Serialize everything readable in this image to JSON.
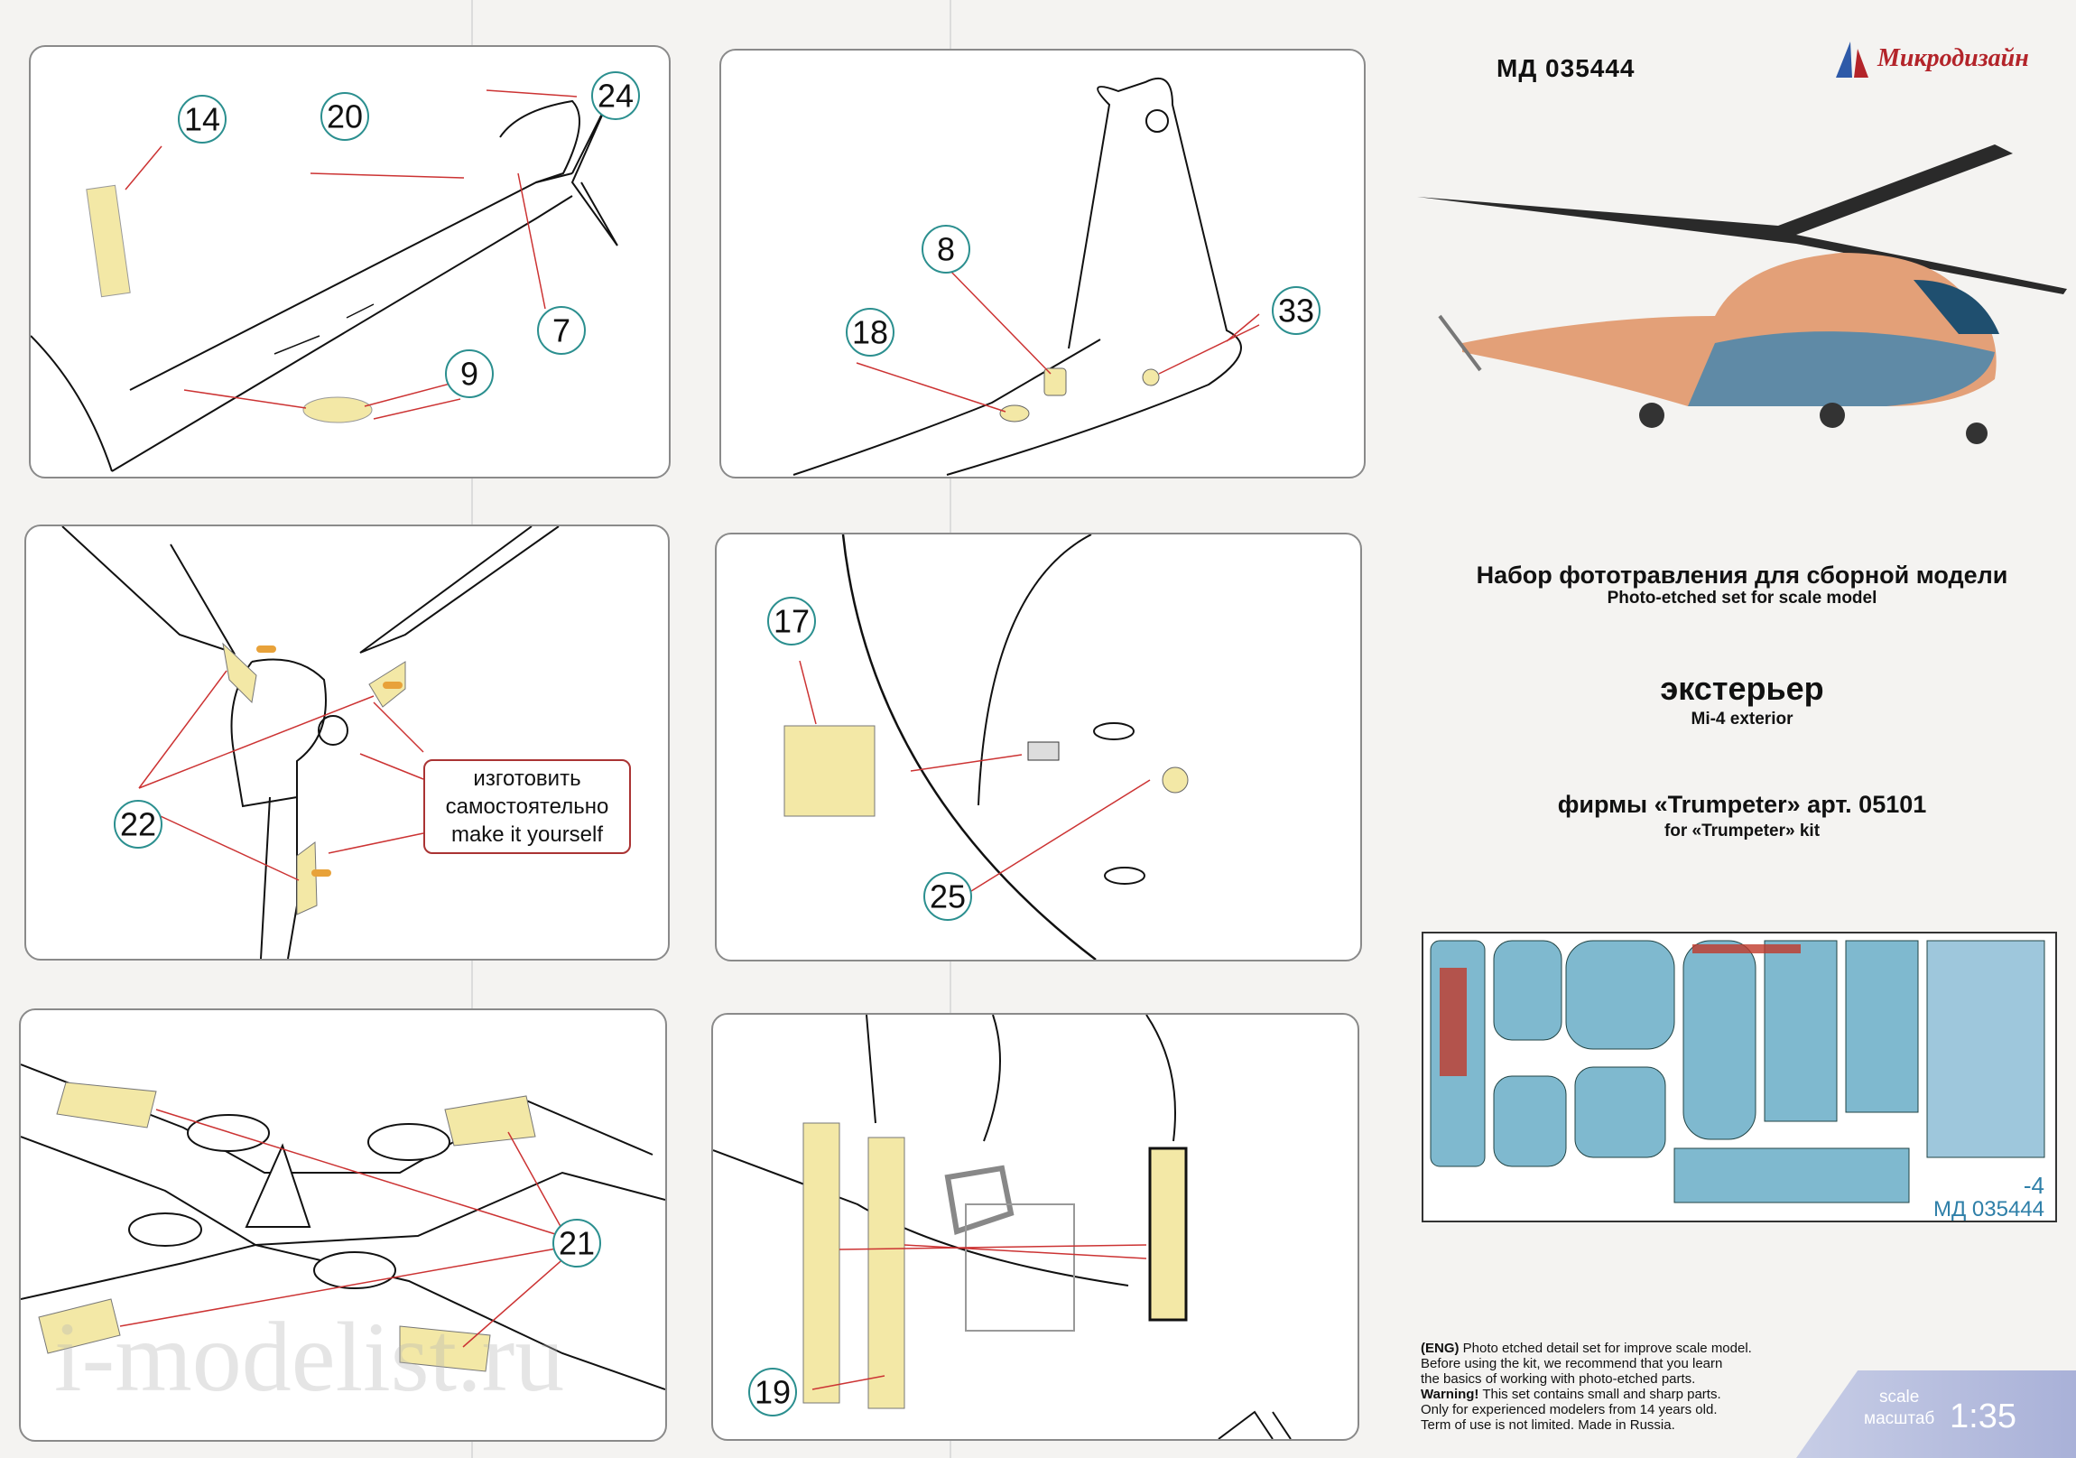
{
  "header": {
    "product_code": "МД 035444",
    "brand_name": "Микродизайн"
  },
  "panels": {
    "tail_boom": {
      "callouts": [
        "14",
        "20",
        "24",
        "7",
        "9"
      ]
    },
    "tail_fin": {
      "callouts": [
        "8",
        "18",
        "33"
      ]
    },
    "tail_rotor": {
      "callouts": [
        "22"
      ],
      "note_ru_1": "изготовить",
      "note_ru_2": "самостоятельно",
      "note_en": "make it yourself"
    },
    "fuselage_vent": {
      "callouts": [
        "17",
        "25"
      ]
    },
    "main_rotor_hub": {
      "callouts": [
        "21"
      ]
    },
    "door_strips": {
      "callouts": [
        "19"
      ]
    }
  },
  "info": {
    "set_title_ru": "Набор фототравления для сборной модели",
    "set_title_en": "Photo-etched set for scale model",
    "subject_ru": "экстерьер",
    "subject_en": "Mi-4 exterior",
    "kit_ru": "фирмы «Trumpeter» арт. 05101",
    "kit_en": "for «Trumpeter» kit"
  },
  "fret": {
    "code_text": "МД 035444",
    "suffix_text": "-4"
  },
  "notes": {
    "eng_tag": "(ENG)",
    "line1": " Photo etched detail set for improve scale model.",
    "line2": "Before using the kit, we recommend that you learn",
    "line3": "the basics of working with photo-etched parts.",
    "warning_tag": "Warning!",
    "line4": " This set contains small and sharp parts.",
    "line5": "Only for experienced modelers from 14 years old.",
    "line6": "Term of use is not limited. Made in Russia."
  },
  "scale": {
    "label_en": "scale",
    "label_ru": "масштаб",
    "value": "1:35"
  },
  "watermark": "i-modelist.ru",
  "colors": {
    "callout_ring": "#2b8f8f",
    "brand_red": "#b3242a",
    "pe_yellow": "#f3e8a6",
    "fret_blue": "#7fb9cf"
  }
}
